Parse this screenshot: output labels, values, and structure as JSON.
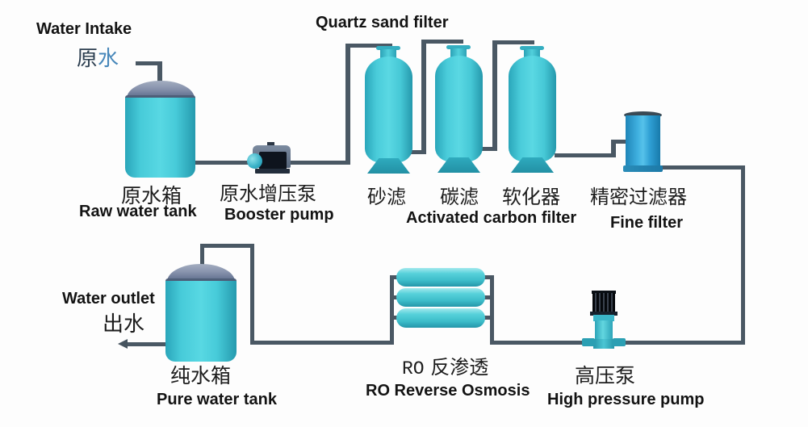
{
  "colors": {
    "pipe": "#4a5864",
    "tank_teal": "#4ecfdc",
    "tank_teal_dark": "#2aa4b8",
    "dome_slate": "#6b7a99",
    "fine_filter_blue": "#2f9fd4",
    "pump_black": "#10161f",
    "label_black": "#131313",
    "water_char_blue": "#4787ba"
  },
  "stations": {
    "intake": {
      "en": "Water Intake",
      "cn_dark": "原",
      "cn_blue": "水"
    },
    "raw_tank": {
      "cn": "原水箱",
      "en": "Raw water tank"
    },
    "booster_pump": {
      "cn": "原水增压泵",
      "en": "Booster pump"
    },
    "quartz_filter_title": {
      "en": "Quartz sand filter"
    },
    "sand_filter": {
      "cn": "砂滤"
    },
    "carbon_filter": {
      "cn": "碳滤"
    },
    "softener": {
      "cn": "软化器"
    },
    "carbon_filter_title": {
      "en": "Activated carbon filter"
    },
    "fine_filter": {
      "cn": "精密过滤器",
      "en": "Fine filter"
    },
    "outlet": {
      "en": "Water outlet",
      "cn": "出水"
    },
    "pure_tank": {
      "cn": "纯水箱",
      "en": "Pure water tank"
    },
    "ro": {
      "abbr": "RO",
      "cn": "反渗透",
      "en": "RO Reverse Osmosis"
    },
    "hp_pump": {
      "cn": "高压泵",
      "en": "High pressure pump"
    }
  }
}
